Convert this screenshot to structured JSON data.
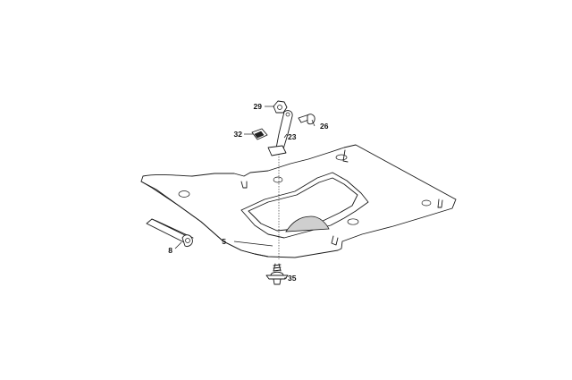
{
  "diagram": {
    "callouts": [
      {
        "id": "part-29",
        "text": "29"
      },
      {
        "id": "part-26",
        "text": "26"
      },
      {
        "id": "part-32",
        "text": "32"
      },
      {
        "id": "part-23",
        "text": "23"
      },
      {
        "id": "part-5",
        "text": "5"
      },
      {
        "id": "part-8",
        "text": "8"
      },
      {
        "id": "part-35",
        "text": "35"
      }
    ]
  }
}
